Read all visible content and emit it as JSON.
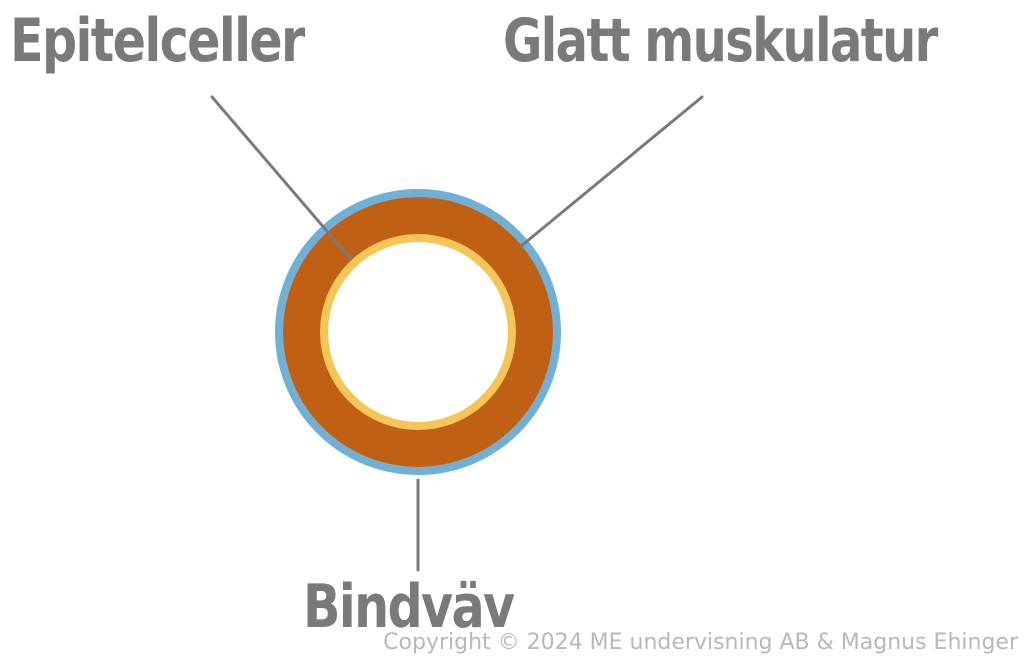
{
  "labels": {
    "epithelium": "Epitelceller",
    "smooth_muscle": "Glatt muskulatur",
    "connective_tissue": "Bindväv"
  },
  "copyright": "Copyright © 2024 ME undervisning AB & Magnus Ehinger",
  "colors": {
    "connective_tissue": "#6fb0d6",
    "smooth_muscle": "#c06014",
    "epithelium": "#f5c555",
    "text": "#7a7a7a"
  }
}
